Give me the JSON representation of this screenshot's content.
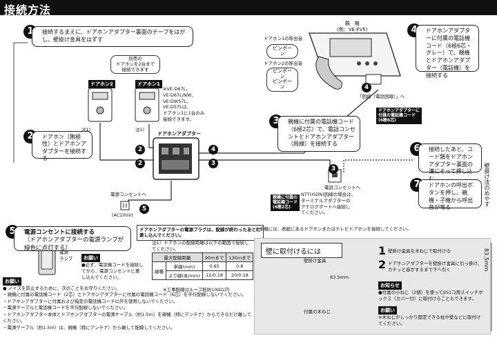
{
  "header": {
    "title": "接続方法"
  },
  "step1": {
    "num": "1",
    "text": "接続するまえに、ドアホンアダプター裏面のテープをはがし、壁掛け金具をはずす"
  },
  "step2": {
    "num": "2",
    "text": "ドアホン（無極性）とドアホンアダプターを接続する"
  },
  "step3": {
    "num": "3",
    "text": "親機に付属の電話機コード（6極2芯）で、電話コンセントとドアホンアダプター（局線）を接続する"
  },
  "step4": {
    "num": "4",
    "text": "ドアホンアダプターに付属の電話機コード（6極6芯・グレー）で、親機とドアホンアダプター（電話機）を接続する"
  },
  "step5": {
    "num": "5",
    "title": "電源コンセントに接続する",
    "sub": "（ドアホンアダプターの電源ランプが緑色に点灯する）"
  },
  "step6": {
    "num": "6",
    "text": "接続したあと、コード類をドアホンアダプター裏面の溝にそって押し込む"
  },
  "step7": {
    "num": "7",
    "text": "ドアホンの呼出ボタンを押し、親機・子機から呼出音が鳴る"
  },
  "labels": {
    "bubble": "別売の\nドアホンを2台まで\n接続できます",
    "door2": "ドアホン2",
    "door1": "ドアホン1",
    "door_models": "※VE-D67L、\nVE-D67L/NW、\nVE-DW57L、\nVE-D57Lは、\nドアホン1に1台のみ\n接続できます。",
    "note1a": "注1)",
    "note1b": "注1)",
    "adapter": "ドアホンアダプター",
    "base": "親　機\n(例：VE-FV5)",
    "call1": "ドアホン1の呼出音",
    "call1_sound": "ピンポーン",
    "call2": "ドアホン2の呼出音",
    "call2_sound": "ピンポーン\nピンポーン",
    "line_label": "「回線（電話回線）」へ",
    "tag_adapter_cord": "ドアホンアダプターに\n付属の電話機コード\n(6極6芯)",
    "tag_base_cord": "親機に付属の\n電話機コード\n(6極2芯)",
    "outlet_label": "電話コンセントへ",
    "ntt_note": "NTT(ISDN)回線の場合は、\nターミナルアダプターの\nアナログポートへ接続し\nてください。",
    "power_label": "電源コンセントへ",
    "power_ac": "(AC100V)",
    "lamp": "電源\nランプ",
    "onegai": "お願い",
    "step5_onegai": "●必ず、電話機コードを接続してから、電源コンセントに差し込んでください。",
    "plug_warning": "ドアホンアダプターの電源プラグは、配線が終わったあとに差し込んでください。",
    "only_rule": "※本機には、表紙にあるドアホンまたはテレビドアホンを接続してください。",
    "wall_title": "壁に取付けるには",
    "wall_step1": "壁掛け金具を木ねじで取付ける",
    "wall_step2": "ドアホンアダプターを壁掛け金具に引っ掛け、カチッと音がするまで下へ引く",
    "oshirase": "お知らせ",
    "oshirase_text": "●付属の小ねじ（2個）を使ってJIS1コ用スイッチボックス（カバー付）に取付けることもできます。",
    "wall_onegai": "お願い",
    "wall_onegai_text": "※木ねじがしっかり固定できる柱や壁などに取付けてください。",
    "bracket": "壁掛け金具",
    "screw": "付属の木ねじ",
    "dim": "83.5mm",
    "side_text": "壁掛け法のめやす",
    "side_dim": "83.5mm"
  },
  "table": {
    "note": "注1）ドアホンの配線距離は以下の範囲で接続してください。",
    "headers": [
      "最大配線距離",
      "90mまで",
      "130mまで"
    ],
    "rowgroup": "線種",
    "rows": [
      [
        "単線(mm)",
        "0.65",
        "0.8"
      ],
      [
        "より線(本/mm)",
        "12/0.18",
        "20/0.18"
      ]
    ],
    "footnote": "※工事配線はループ抵抗10Ω以内"
  },
  "notes": {
    "tag": "お願い",
    "lines": [
      "● ノイズを防止するために、次のことをお守りください。",
      "・親機に付属の電話機コード（2芯）とドアホンアダプターに付属の電話機コード（6芯）を平行配線しないでください。",
      "・ドアホンアダプターに付属および指定の電話機コード以外を使用しないでください。",
      "・電源ケーブルと電話機コードを平行配線しないでください。",
      "・ドアホンアダプター本体とドアホンアダプターの電源ケーブル（約1.5m）を親機（特にアンテナ）からできるだけ離してください。",
      "・電源ケーブル（約1.5m）は、親機（特にアンテナ）から離して配線してください。"
    ]
  }
}
